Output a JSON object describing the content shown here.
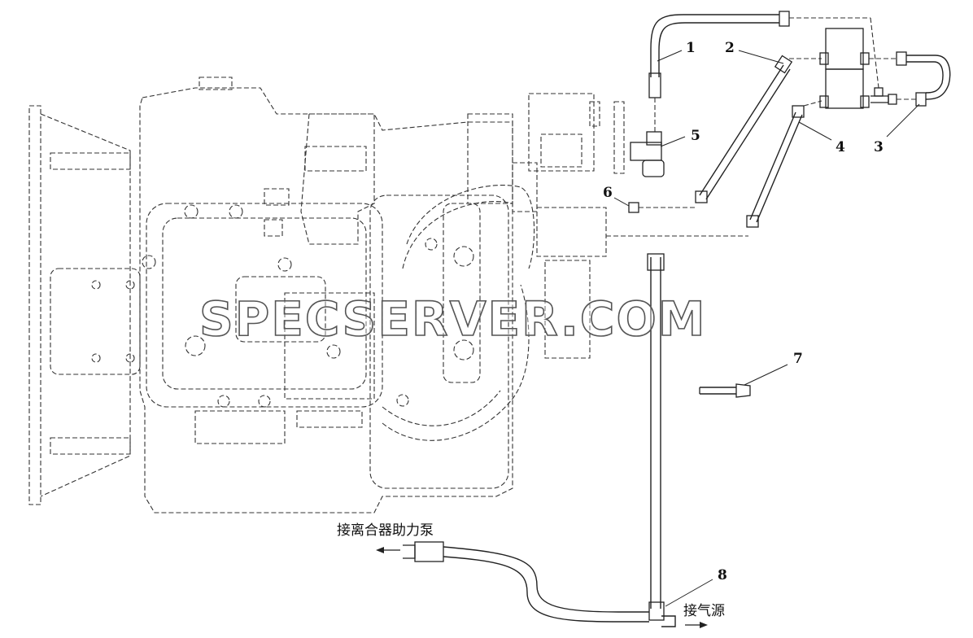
{
  "callouts": {
    "c1": "1",
    "c2": "2",
    "c3": "3",
    "c4": "4",
    "c5": "5",
    "c6": "6",
    "c7": "7",
    "c8": "8"
  },
  "labels": {
    "clutch_pump": "接离合器助力泵",
    "air_source": "接气源"
  },
  "watermark": "SPECSERVER.COM"
}
